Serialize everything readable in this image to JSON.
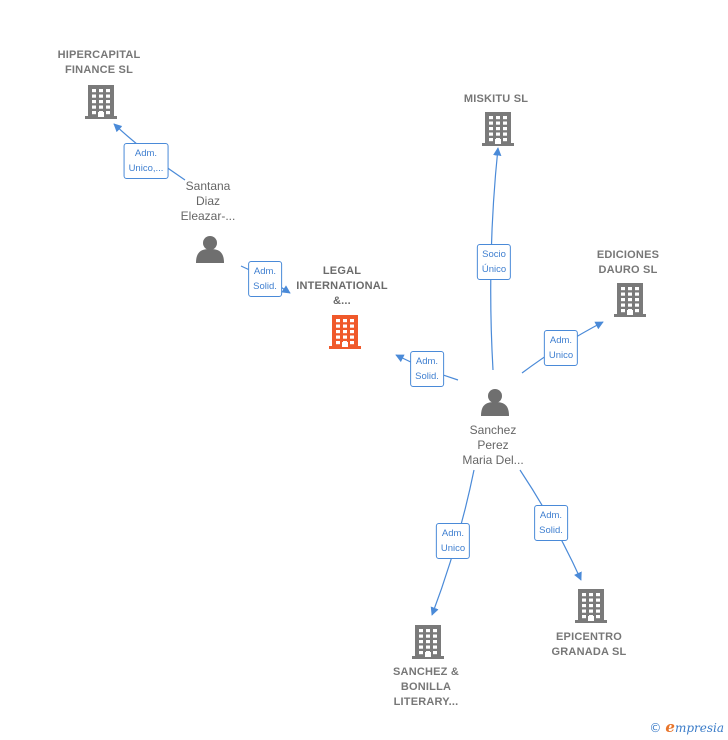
{
  "colors": {
    "edge": "#4a8ad8",
    "company": "#7a7a7a",
    "focus": "#f0592a",
    "person": "#6f6f6f"
  },
  "nodes": [
    {
      "id": "hipercapital",
      "kind": "company",
      "name_lines": [
        "HIPERCAPITAL",
        "FINANCE  SL"
      ],
      "icon": "building-icon"
    },
    {
      "id": "miskitu",
      "kind": "company",
      "name_lines": [
        "MISKITU SL"
      ],
      "icon": "building-icon"
    },
    {
      "id": "ediciones",
      "kind": "company",
      "name_lines": [
        "EDICIONES",
        "DAURO SL"
      ],
      "icon": "building-icon"
    },
    {
      "id": "legal",
      "kind": "company",
      "focus": true,
      "name_lines": [
        "LEGAL",
        "INTERNATIONAL",
        "&..."
      ],
      "icon": "building-icon"
    },
    {
      "id": "santana",
      "kind": "person",
      "name_lines": [
        "Santana",
        "Diaz",
        "Eleazar-..."
      ],
      "icon": "person-icon"
    },
    {
      "id": "sanchez",
      "kind": "person",
      "name_lines": [
        "Sanchez",
        "Perez",
        "Maria Del..."
      ],
      "icon": "person-icon"
    },
    {
      "id": "sanchezbonilla",
      "kind": "company",
      "name_lines": [
        "SANCHEZ &",
        "BONILLA",
        "LITERARY..."
      ],
      "icon": "building-icon"
    },
    {
      "id": "epicentro",
      "kind": "company",
      "name_lines": [
        "EPICENTRO",
        "GRANADA  SL"
      ],
      "icon": "building-icon"
    }
  ],
  "edges": [
    {
      "from": "santana",
      "to": "hipercapital",
      "label_lines": [
        "Adm.",
        "Unico,..."
      ]
    },
    {
      "from": "santana",
      "to": "legal",
      "label_lines": [
        "Adm.",
        "Solid."
      ]
    },
    {
      "from": "sanchez",
      "to": "miskitu",
      "label_lines": [
        "Socio",
        "Único"
      ]
    },
    {
      "from": "sanchez",
      "to": "ediciones",
      "label_lines": [
        "Adm.",
        "Unico"
      ]
    },
    {
      "from": "sanchez",
      "to": "legal",
      "label_lines": [
        "Adm.",
        "Solid."
      ]
    },
    {
      "from": "sanchez",
      "to": "sanchezbonilla",
      "label_lines": [
        "Adm.",
        "Unico"
      ]
    },
    {
      "from": "sanchez",
      "to": "epicentro",
      "label_lines": [
        "Adm.",
        "Solid."
      ]
    }
  ],
  "footer": {
    "copyright_symbol": "©",
    "brand_initial": "e",
    "brand_rest": "mpresia"
  }
}
